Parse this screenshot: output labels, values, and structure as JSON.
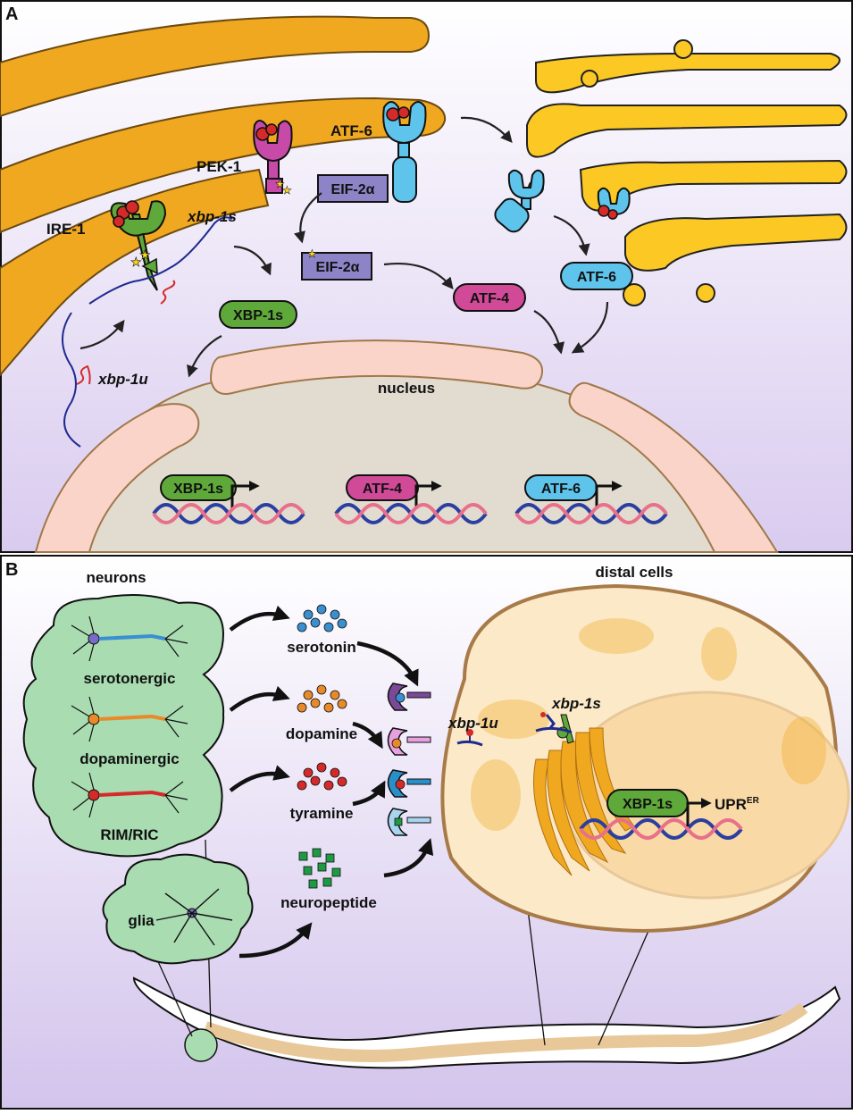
{
  "panelA": {
    "letter": "A",
    "sensors": {
      "ire1": "IRE-1",
      "pek1": "PEK-1",
      "atf6": "ATF-6"
    },
    "eif_top": "EIF-2α",
    "eif_bottom": "EIF-2α",
    "xbp1s_mrna": "xbp-1s",
    "xbp1u_mrna": "xbp-1u",
    "xbp1s_protein": "XBP-1s",
    "atf4_protein": "ATF-4",
    "atf6_cleaved": "ATF-6",
    "nucleus": "nucleus",
    "genes": [
      "XBP-1s",
      "ATF-4",
      "ATF-6"
    ]
  },
  "panelB": {
    "letter": "B",
    "neurons_title": "neurons",
    "distal_title": "distal cells",
    "neuron_types": [
      "serotonergic",
      "dopaminergic",
      "RIM/RIC"
    ],
    "glia": "glia",
    "signals": [
      "serotonin",
      "dopamine",
      "tyramine",
      "neuropeptide"
    ],
    "xbp1u": "xbp-1u",
    "xbp1s": "xbp-1s",
    "xbp1s_protein": "XBP-1s",
    "upr_main": "UPR",
    "upr_sup": "ER"
  },
  "colors": {
    "er_orange": "#f0a820",
    "golgi_yellow": "#fcc824",
    "nucleus_pink": "#fad4c8",
    "nucleoplasm": "#e2dbd0",
    "ire1_green": "#5fa83a",
    "pek1_magenta": "#c84aa8",
    "atf6_blue": "#5ec4ec",
    "eif_purple": "#8d84c8",
    "atf4_pink": "#d04a98",
    "neuron_green": "#a9dcb1",
    "cell_cream": "#fbe9c8",
    "cell_border": "#a87a48",
    "serotonin_blue": "#3a8fd0",
    "dopamine_orange": "#e88a2a",
    "tyramine_red": "#d42a2a",
    "neuropeptide_green": "#1f9a44"
  }
}
